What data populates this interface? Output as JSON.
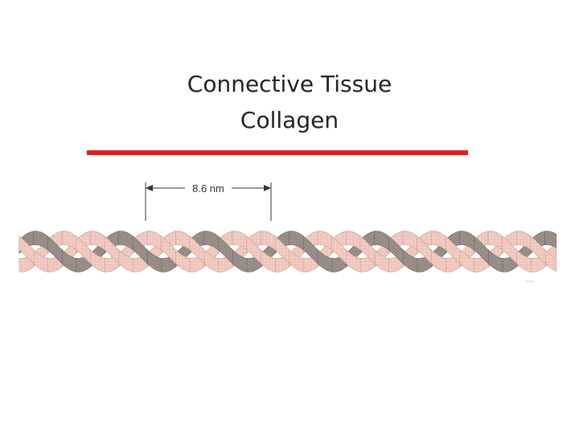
{
  "slide": {
    "title_line1": "Connective Tissue",
    "title_line2": "Collagen",
    "accent_color": "#e01e1e"
  },
  "figure": {
    "measurement_label": "8.6 nm",
    "strand_colors": {
      "light": "#efc6bd",
      "dark": "#9e928c"
    }
  }
}
